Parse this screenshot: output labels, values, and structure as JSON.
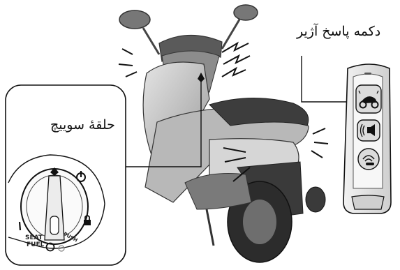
{
  "labels": {
    "switch_ring": "حلقۀ سوییچ",
    "answer_back_button": "دکمه پاسخ آژیر"
  },
  "switch_markings": {
    "seat": "SEAT",
    "fuel": "FUEL",
    "push": "PUSH"
  },
  "icons": {
    "power": "power-icon",
    "lock": "padlock-icon",
    "answer_back": "scooter-alert-icon",
    "sound": "speaker-icon",
    "remote": "smart-key-signal-icon"
  },
  "colors": {
    "line": "#111111",
    "scooter_body": "#c9c9c9",
    "scooter_dark": "#5a5a5a",
    "key_fob": "#e6e6e6"
  }
}
